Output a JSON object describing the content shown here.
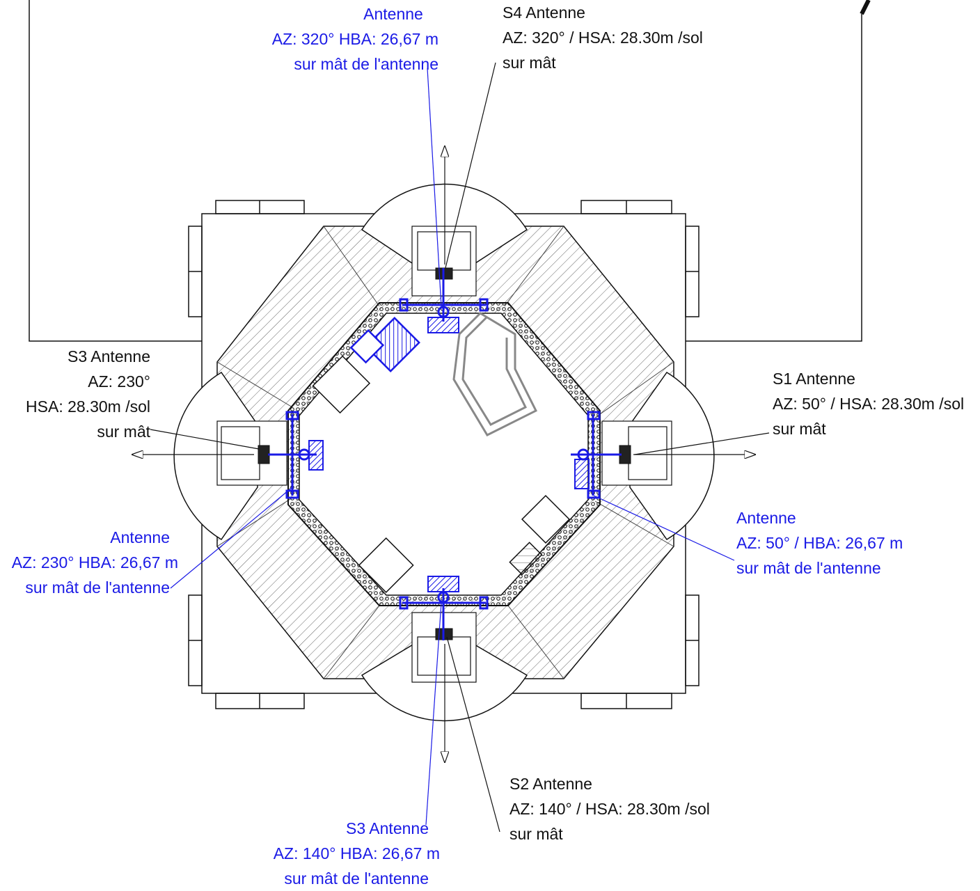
{
  "labels": {
    "top_blue": {
      "line1": "Antenne",
      "line2": "AZ: 320° HBA: 26,67 m",
      "line3": "sur mât de l'antenne"
    },
    "s4": {
      "line1": "S4 Antenne",
      "line2": "AZ: 320° / HSA: 28.30m /sol",
      "line3": "sur mât"
    },
    "s3_left": {
      "line1": "S3 Antenne",
      "line2": "AZ: 230°",
      "line3": "HSA: 28.30m /sol",
      "line4": "sur mât"
    },
    "s1": {
      "line1": "S1 Antenne",
      "line2": "AZ: 50° / HSA: 28.30m /sol",
      "line3": "sur mât"
    },
    "right_blue": {
      "line1": "Antenne",
      "line2": "AZ: 50° / HBA: 26,67 m",
      "line3": "sur mât de l'antenne"
    },
    "left_blue": {
      "line1": "Antenne",
      "line2": "AZ: 230° HBA: 26,67 m",
      "line3": "sur mât de l'antenne"
    },
    "s2": {
      "line1": "S2 Antenne",
      "line2": "AZ: 140° / HSA: 28.30m /sol",
      "line3": "sur mât"
    },
    "bottom_blue": {
      "line1": "S3 Antenne",
      "line2": "AZ: 140° HBA: 26,67 m",
      "line3": "sur mât de l'antenne"
    }
  },
  "colors": {
    "line": "#111111",
    "hatch": "#555555",
    "blue": "#1a1ae6",
    "stair": "#888888"
  }
}
